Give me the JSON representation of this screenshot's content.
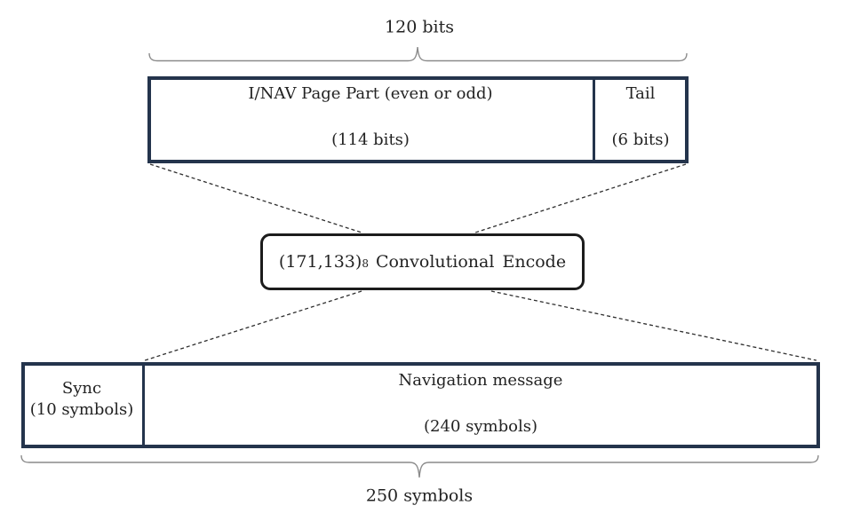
{
  "top_brace": {
    "label": "120 bits"
  },
  "top_box": {
    "left_cell": {
      "title": "I/NAV Page Part (even or odd)",
      "size": "(114 bits)"
    },
    "right_cell": {
      "title": "Tail",
      "size": "(6 bits)"
    }
  },
  "encoder": {
    "prefix": "(171,133)",
    "subscript": "8",
    "name": "Convolutional Encode"
  },
  "bottom_box": {
    "left_cell": {
      "title": "Sync",
      "size": "(10 symbols)"
    },
    "right_cell": {
      "title": "Navigation message",
      "size": "(240 symbols)"
    }
  },
  "bottom_brace": {
    "label": "250 symbols"
  },
  "colors": {
    "box_border": "#24344c",
    "encoder_border": "#1c1c1c",
    "text": "#222222",
    "brace": "#8a8a8a",
    "dashed": "#2e2e2e",
    "background": "#ffffff"
  }
}
